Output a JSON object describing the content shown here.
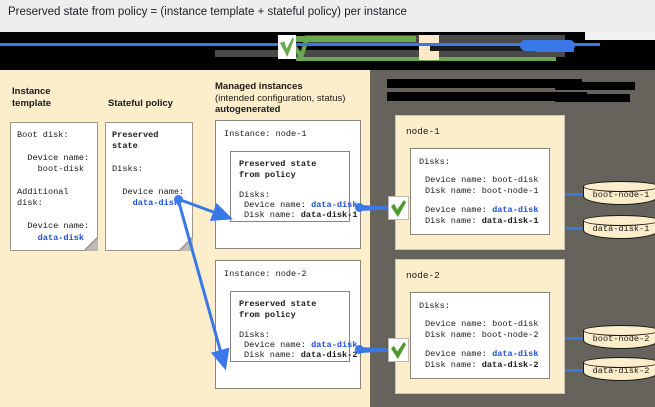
{
  "caption": {
    "text": "Preserved state from policy = (instance template + stateful policy) per instance"
  },
  "banner": {
    "type": "redacted-browser-chrome",
    "accent_blue": "#3b78e7",
    "accent_green": "#6aa84f",
    "cream": "#fce8c8"
  },
  "colors": {
    "canvas_cream": "#fdeecb",
    "gray_panel": "#66635c",
    "link_blue": "#1f4fd8",
    "connector_blue": "#3b78e7",
    "check_green": "#4e9a2f",
    "card_white": "#ffffff",
    "card_border": "#888580"
  },
  "columns": {
    "instance_template": {
      "title_line1": "Instance",
      "title_line2": "template"
    },
    "stateful_policy": {
      "title_line1": "Stateful policy",
      "title_line2": ""
    },
    "managed_instances": {
      "title_line1": "Managed instances",
      "title_line2": "(intended configuration, status)",
      "title_line3": "autogenerated"
    },
    "right_panel": {
      "header_redacted_line1": "",
      "header_redacted_line2": ""
    }
  },
  "instance_template_card": {
    "lines": [
      {
        "text": "Boot disk:",
        "style": "plain"
      },
      {
        "text": "",
        "style": "plain"
      },
      {
        "text": "  Device name:",
        "style": "plain"
      },
      {
        "text": "    boot-disk",
        "style": "plain"
      },
      {
        "text": "",
        "style": "plain"
      },
      {
        "text": "Additional",
        "style": "plain"
      },
      {
        "text": "disk:",
        "style": "plain"
      },
      {
        "text": "",
        "style": "plain"
      },
      {
        "text": "  Device name:",
        "style": "plain"
      },
      {
        "text": "    data-disk",
        "style": "blue"
      }
    ]
  },
  "stateful_policy_card": {
    "lines": [
      {
        "text": "Preserved",
        "style": "bold"
      },
      {
        "text": "state",
        "style": "bold"
      },
      {
        "text": "",
        "style": "plain"
      },
      {
        "text": "Disks:",
        "style": "plain"
      },
      {
        "text": "",
        "style": "plain"
      },
      {
        "text": "  Device name:",
        "style": "plain"
      },
      {
        "text": "    data-disk",
        "style": "blue"
      }
    ]
  },
  "managed_instances": [
    {
      "instance_label": "Instance: node-1",
      "inner_title_line1": "Preserved state",
      "inner_title_line2": "from policy",
      "disks_label": "Disks:",
      "device_name_label": "Device name:",
      "device_name_value": "data-disk",
      "disk_name_label": "Disk name:",
      "disk_name_value": "data-disk-1"
    },
    {
      "instance_label": "Instance: node-2",
      "inner_title_line1": "Preserved state",
      "inner_title_line2": "from policy",
      "disks_label": "Disks:",
      "device_name_label": "Device name:",
      "device_name_value": "data-disk",
      "disk_name_label": "Disk name:",
      "disk_name_value": "data-disk-2"
    }
  ],
  "nodes": [
    {
      "name": "node-1",
      "disks_label": "Disks:",
      "boot": {
        "device_name_label": "Device name:",
        "device_name_value": "boot-disk",
        "disk_name_label": "Disk name:",
        "disk_name_value": "boot-node-1"
      },
      "data": {
        "device_name_label": "Device name:",
        "device_name_value": "data-disk",
        "disk_name_label": "Disk name:",
        "disk_name_value": "data-disk-1"
      },
      "cylinders": [
        {
          "label": "boot-node-1"
        },
        {
          "label": "data-disk-1"
        }
      ]
    },
    {
      "name": "node-2",
      "disks_label": "Disks:",
      "boot": {
        "device_name_label": "Device name:",
        "device_name_value": "boot-disk",
        "disk_name_label": "Disk name:",
        "disk_name_value": "boot-node-2"
      },
      "data": {
        "device_name_label": "Device name:",
        "device_name_value": "data-disk",
        "disk_name_label": "Disk name:",
        "disk_name_value": "data-disk-2"
      },
      "cylinders": [
        {
          "label": "boot-node-2"
        },
        {
          "label": "data-disk-2"
        }
      ]
    }
  ]
}
